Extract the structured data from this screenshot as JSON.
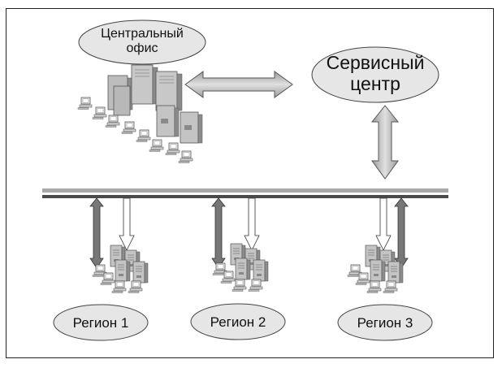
{
  "nodes": {
    "central_office": "Центральный офис",
    "service_center": "Сервисный центр",
    "region_1": "Регион 1",
    "region_2": "Регион 2",
    "region_3": "Регион 3"
  },
  "colors": {
    "ellipse_fill": "#e6e6e6",
    "bus_light": "#a8a8a8",
    "bus_dark": "#4a4a4a",
    "arrow_dark": "#777777",
    "arrow_light": "#ffffff",
    "server_fill": "#bdbdbd"
  }
}
